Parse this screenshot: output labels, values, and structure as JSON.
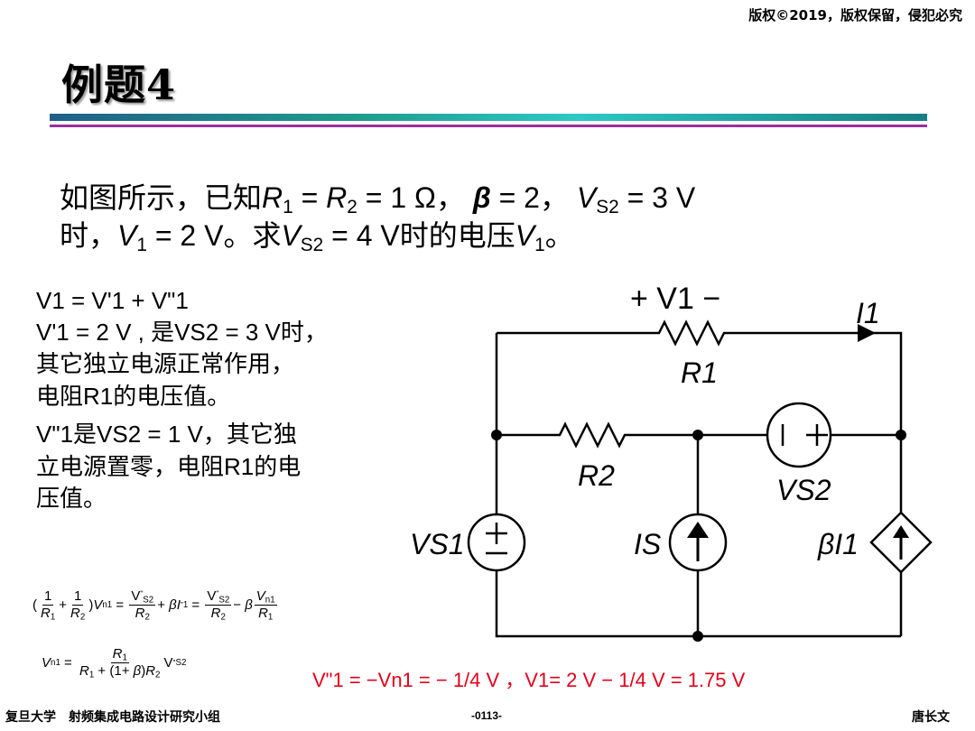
{
  "header": {
    "copyright": "版权©2019，版权保留，侵犯必究",
    "title": "例题4"
  },
  "problem": {
    "t1": "如图所示，已知",
    "r1": "R",
    "s1": "1",
    "eq1": " = ",
    "r2": "R",
    "s2": "2",
    "eq2": " = 1 Ω，",
    "beta": "β",
    "eq3": " = 2，",
    "v": "V",
    "vs": "S2",
    "eq4": " = 3 V",
    "t2": "时，",
    "v1": "V",
    "v1s": "1",
    "eq5": " = 2 V",
    "t3": "。求",
    "v2": "V",
    "v2s": "S2",
    "eq6": " = 4 V",
    "t4": "时的电压",
    "v3": "V",
    "v3s": "1",
    "t5": "。"
  },
  "explanation": {
    "l1": "V1 = V'1 + V\"1",
    "l2a": "V'1 = 2 V , 是",
    "l2b": "VS2 = 3 V",
    "l2c": "时，",
    "l3": "其它独立电源正常作用，",
    "l4a": "电阻",
    "l4b": "R1",
    "l4c": "的电压值。",
    "l5a": "V\"1",
    "l5b": "是",
    "l5c": "VS2 = 1 V",
    "l5d": "，其它独",
    "l6a": "立电源置零，电阻",
    "l6b": "R1",
    "l6c": "的电",
    "l7": "压值。"
  },
  "result": "V\"1 = −Vn1 = − 1/4 V ，V1= 2 V − 1/4 V = 1.75 V",
  "circuit": {
    "v1_label": "+ V1 −",
    "i1_label": "I1",
    "r1_label": "R1",
    "r2_label": "R2",
    "vs1_label": "VS1",
    "vs2_label": "VS2",
    "is_label": "IS",
    "dep_label": "βI1"
  },
  "footer": {
    "left": "复旦大学　射频集成电路设计研究小组",
    "page": "-0113-",
    "author": "唐长文"
  }
}
